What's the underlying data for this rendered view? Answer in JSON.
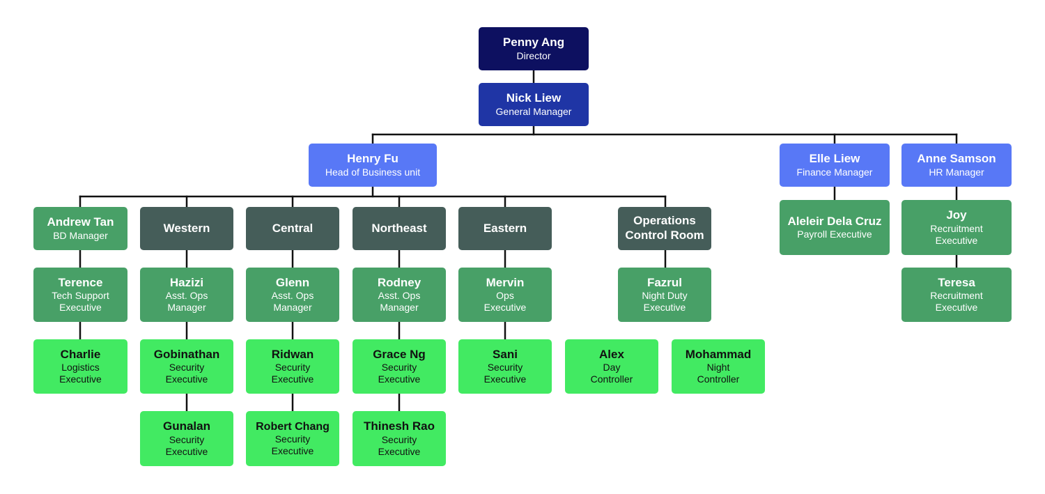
{
  "org_chart": {
    "director": {
      "name": "Penny Ang",
      "role": "Director"
    },
    "general_manager": {
      "name": "Nick Liew",
      "role": "General Manager"
    },
    "head_business": {
      "name": "Henry Fu",
      "role": "Head of Business unit"
    },
    "finance_manager": {
      "name": "Elle Liew",
      "role": "Finance Manager"
    },
    "hr_manager": {
      "name": "Anne Samson",
      "role": "HR Manager"
    },
    "bd_manager": {
      "name": "Andrew Tan",
      "role": "BD Manager"
    },
    "western": {
      "name": "Western"
    },
    "central": {
      "name": "Central"
    },
    "northeast": {
      "name": "Northeast"
    },
    "eastern": {
      "name": "Eastern"
    },
    "ops_control": {
      "name": "Operations Control Room"
    },
    "terence": {
      "name": "Terence",
      "role": "Tech Support Executive"
    },
    "hazizi": {
      "name": "Hazizi",
      "role": "Asst. Ops Manager"
    },
    "glenn": {
      "name": "Glenn",
      "role": "Asst. Ops Manager"
    },
    "rodney": {
      "name": "Rodney",
      "role": "Asst. Ops Manager"
    },
    "mervin": {
      "name": "Mervin",
      "role": "Ops Executive"
    },
    "fazrul": {
      "name": "Fazrul",
      "role": "Night Duty Executive"
    },
    "aleleir": {
      "name": "Aleleir Dela Cruz",
      "role": "Payroll Executive"
    },
    "joy": {
      "name": "Joy",
      "role": "Recruitment Executive"
    },
    "teresa": {
      "name": "Teresa",
      "role": "Recruitment Executive"
    },
    "charlie": {
      "name": "Charlie",
      "role": "Logistics Executive"
    },
    "gobinathan": {
      "name": "Gobinathan",
      "role": "Security Executive"
    },
    "gunalan": {
      "name": "Gunalan",
      "role": "Security Executive"
    },
    "ridwan": {
      "name": "Ridwan",
      "role": "Security Executive"
    },
    "robert_chang": {
      "name": "Robert Chang",
      "role": "Security Executive"
    },
    "grace_ng": {
      "name": "Grace Ng",
      "role": "Security Executive"
    },
    "thinesh_rao": {
      "name": "Thinesh Rao",
      "role": "Security Executive"
    },
    "sani": {
      "name": "Sani",
      "role": "Security Executive"
    },
    "alex": {
      "name": "Alex",
      "role": "Day Controller"
    },
    "mohammad": {
      "name": "Mohammad",
      "role": "Night Controller"
    }
  },
  "colors": {
    "director": "#0d1060",
    "general_manager": "#1f35a5",
    "manager": "#5878f6",
    "region": "#455d59",
    "staff": "#48a067",
    "executive": "#42ea62",
    "connector": "#111111"
  }
}
